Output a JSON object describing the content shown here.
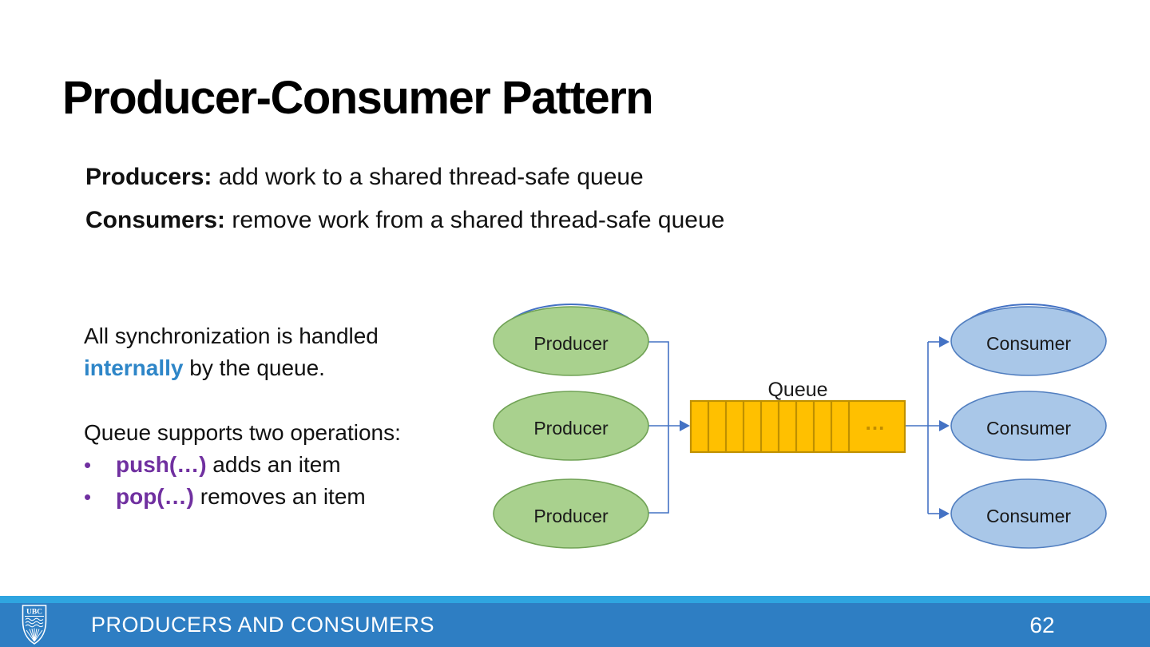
{
  "slide": {
    "title": "Producer-Consumer Pattern",
    "intro": [
      {
        "lead": "Producers:",
        "rest": " add work to a shared thread-safe queue"
      },
      {
        "lead": "Consumers:",
        "rest": " remove work from a shared thread-safe queue"
      }
    ],
    "notes": {
      "sync_line1": "All synchronization is handled",
      "sync_highlight": "internally",
      "sync_rest": " by the queue.",
      "ops_heading": "Queue supports two operations:",
      "bullet_glyph": "•",
      "bullets": [
        {
          "code": "push(…)",
          "rest": " adds an item"
        },
        {
          "code": "pop(…)",
          "rest": " removes an item"
        }
      ]
    }
  },
  "diagram": {
    "producer_labels": [
      "Producer",
      "Producer",
      "Producer"
    ],
    "consumer_labels": [
      "Consumer",
      "Consumer",
      "Consumer"
    ],
    "queue_label": "Queue",
    "queue_ellipsis": "…"
  },
  "footer": {
    "section_title": "PRODUCERS AND CONSUMERS",
    "page_number": "62",
    "logo_text": "UBC"
  },
  "colors": {
    "producer_fill": "#a9d18e",
    "producer_stroke": "#70a255",
    "consumer_fill": "#a9c7e8",
    "consumer_stroke": "#527fc0",
    "connector_blue": "#4472c4",
    "queue_fill": "#ffc000",
    "queue_stroke": "#bf9000",
    "highlight_blue": "#2e86c8",
    "code_purple": "#7030a0",
    "footer_bar": "#2e7ec3",
    "footer_strip": "#2fa5e0"
  }
}
